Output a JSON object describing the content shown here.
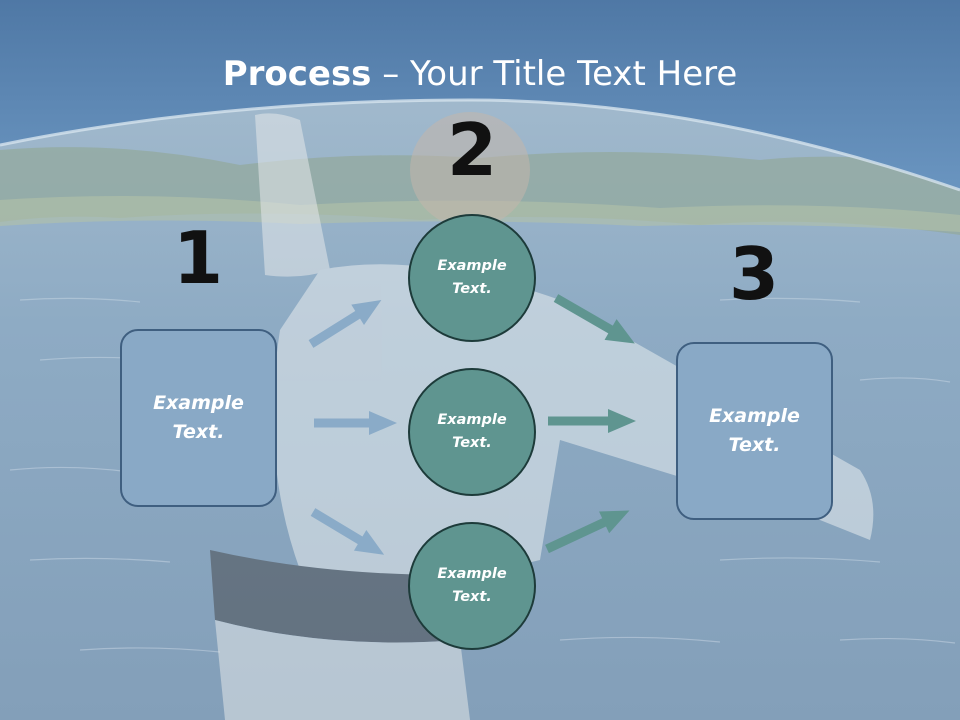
{
  "title": {
    "bold": "Process",
    "rest": " – Your Title Text Here"
  },
  "steps": [
    {
      "number": "1",
      "label": "Example\nText."
    },
    {
      "number": "2",
      "label": "Example\nText."
    },
    {
      "number": "3",
      "label": "Example\nText."
    }
  ],
  "middle_nodes": [
    {
      "label": "Example\nText."
    },
    {
      "label": "Example\nText."
    },
    {
      "label": "Example\nText."
    }
  ],
  "colors": {
    "box_fill": "#89a9c6",
    "box_border": "#3f5f80",
    "circle_fill": "#5f9590",
    "circle_border": "#1d3b3a",
    "arrow_in": "#8aabc8",
    "arrow_out": "#5f9590",
    "header": "#5a86b5"
  }
}
